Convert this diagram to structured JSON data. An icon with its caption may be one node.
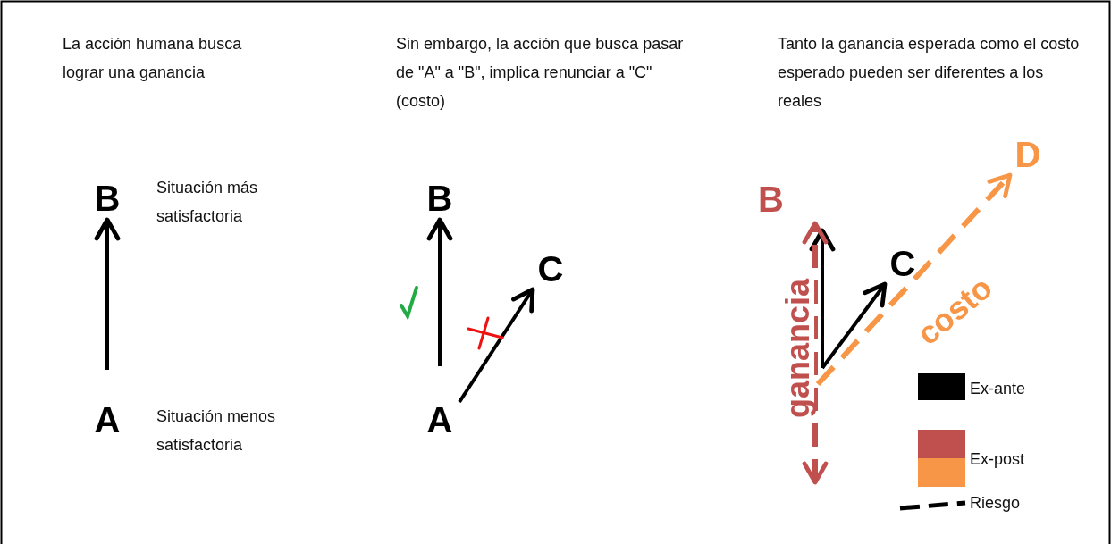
{
  "diagram": {
    "nodes": [
      {
        "text": [
          "B"
        ],
        "beside": [
          "Situación más satisfactoria"
        ]
      },
      {
        "text": [
          "A"
        ],
        "beside": [
          "Situación menos satisfactoria"
        ]
      },
      {
        "text": [
          "B"
        ]
      },
      {
        "text": [
          "A"
        ]
      },
      {
        "text": [
          "C"
        ]
      },
      {
        "text": [
          "B"
        ]
      },
      {
        "text": [
          "C"
        ]
      },
      {
        "text": [
          "D"
        ]
      }
    ],
    "edges": [
      {
        "from": 1,
        "to": 0,
        "arrow": "to"
      },
      {
        "from": 3,
        "to": 2,
        "arrow": "to"
      },
      {
        "from": 3,
        "to": 4,
        "arrow": "to"
      },
      {
        "from": null,
        "to": 5,
        "arrow": "to"
      },
      {
        "from": null,
        "to": 6,
        "arrow": "to"
      },
      {
        "from": null,
        "to": 5,
        "arrow": "both",
        "label": "ganancia",
        "style": "dashed",
        "color": "#c0504d"
      },
      {
        "from": null,
        "to": 7,
        "arrow": "to",
        "label": "costo",
        "style": "dashed",
        "color": "#f79646"
      }
    ],
    "labels": [
      "La acción humana busca lograr una ganancia",
      "Sin embargo, la acción que busca pasar de \"A\" a \"B\", implica renunciar a \"C\" (costo)",
      "Tanto la ganancia esperada como el costo esperado pueden ser diferentes a los reales"
    ],
    "legend": [
      {
        "text": "Ex-ante",
        "color": "#000000"
      },
      {
        "text": "Ex-post"
      },
      {
        "text": "Riesgo"
      }
    ]
  }
}
